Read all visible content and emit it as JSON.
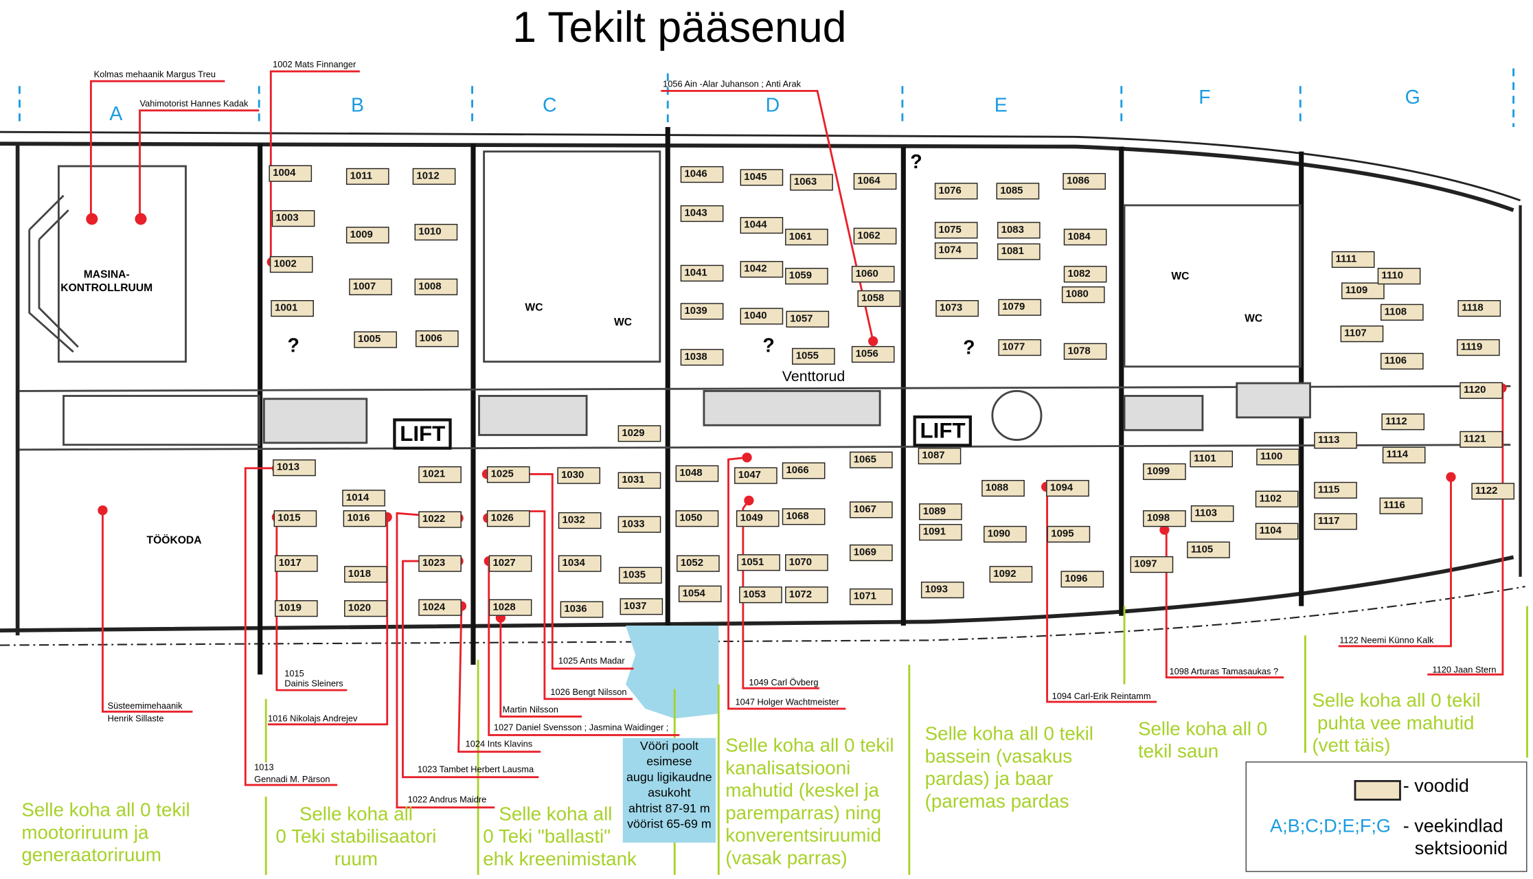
{
  "title": "1 Tekilt pääsenud",
  "sections": [
    "A",
    "B",
    "C",
    "D",
    "E",
    "F",
    "G"
  ],
  "rooms": {
    "control_room": "MASINA-\nKONTROLLRUUM",
    "workshop": "TÖÖKODA",
    "lift": "LIFT",
    "wc": "WC",
    "unknown": "?",
    "vents": "Venttorud"
  },
  "cabins": [
    "1004",
    "1003",
    "1002",
    "1001",
    "1011",
    "1009",
    "1007",
    "1005",
    "1012",
    "1010",
    "1008",
    "1006",
    "1046",
    "1043",
    "1041",
    "1039",
    "1038",
    "1045",
    "1044",
    "1042",
    "1040",
    "1063",
    "1061",
    "1059",
    "1057",
    "1055",
    "1064",
    "1062",
    "1060",
    "1058",
    "1056",
    "1076",
    "1075",
    "1074",
    "1073",
    "1085",
    "1083",
    "1081",
    "1079",
    "1077",
    "1086",
    "1084",
    "1082",
    "1080",
    "1078",
    "1111",
    "1109",
    "1107",
    "1110",
    "1108",
    "1106",
    "1118",
    "1119",
    "1120",
    "1121",
    "1122",
    "1112",
    "1114",
    "1116",
    "1113",
    "1115",
    "1117",
    "1013",
    "1015",
    "1017",
    "1019",
    "1014",
    "1016",
    "1018",
    "1020",
    "1021",
    "1022",
    "1023",
    "1024",
    "1025",
    "1026",
    "1027",
    "1028",
    "1030",
    "1032",
    "1034",
    "1036",
    "1029",
    "1031",
    "1033",
    "1035",
    "1037",
    "1048",
    "1050",
    "1052",
    "1054",
    "1047",
    "1049",
    "1051",
    "1053",
    "1066",
    "1068",
    "1070",
    "1072",
    "1065",
    "1067",
    "1069",
    "1071",
    "1087",
    "1089",
    "1091",
    "1093",
    "1088",
    "1090",
    "1092",
    "1094",
    "1095",
    "1096",
    "1099",
    "1098",
    "1097",
    "1101",
    "1103",
    "1105",
    "1100",
    "1102",
    "1104"
  ],
  "annotations": {
    "treu": "Kolmas mehaanik Margus Treu",
    "kadak": "Vahimotorist Hannes Kadak",
    "finnanger": "1002 Mats Finnanger",
    "juhanson": "1056 Ain -Alar Juhanson ; Anti Arak",
    "sillaste_role": "Süsteemimehaanik",
    "sillaste_name": "Henrik Sillaste",
    "sleiners_num": "1015",
    "sleiners_name": "Dainis Sleiners",
    "andrejev": "1016 Nikolajs Andrejev",
    "parson_num": "1013",
    "parson_name": "Gennadi M. Pärson",
    "lausma": "1023 Tambet Herbert Lausma",
    "maidre": "1022 Andrus Maidre",
    "klavins": "1024 Ints Klavins",
    "svensson": "1027 Daniel Svensson  ; Jasmina Waidinger ;",
    "martin": "Martin Nilsson",
    "bengt": "1026 Bengt Nilsson",
    "madar": "1025 Ants Madar",
    "ovberg": "1049 Carl Övberg",
    "wachtmeister": "1047 Holger Wachtmeister",
    "reintamm": "1094 Carl-Erik Reintamm",
    "tamasaukas": "1098 Arturas Tamasaukas ?",
    "kalk": "1122 Neemi Künno Kalk",
    "stern": "1120 Jaan Stern"
  },
  "notes": {
    "a": "Selle koha all 0 tekil\nmootoriruum ja\ngeneraatoriruum",
    "b": "Selle koha all\n0 Teki stabilisaatori\nruum",
    "c": "   Selle koha all\n0 Teki \"ballasti\"\nehk kreenimistank",
    "d": "Selle koha all 0 tekil\nkanalisatsiooni\nmahutid (keskel ja\nparemparras) ning\nkonverentsiruumid\n(vasak parras)",
    "e": "Selle koha all 0 tekil\nbassein (vasakus\npardas) ja baar\n(paremas pardas",
    "f": "Selle koha all 0\ntekil saun",
    "g": "Selle koha all 0 tekil\n puhta vee mahutid\n(vett täis)"
  },
  "hole_box": "Vööri poolt\nesimese\naugu ligikaudne\nasukoht\nahtrist 87-91 m\nvöörist 65-69 m",
  "legend": {
    "beds": "- voodid",
    "sections_key": "A;B;C;D;E;F;G",
    "sections_label": "- veekindlad",
    "sections_label2": "sektsioonid"
  },
  "colors": {
    "marker": "#e8202a",
    "note": "#a7d12a",
    "section": "#1a9be0",
    "bed": "#f0e3c3",
    "hole": "#9fd8ea"
  }
}
